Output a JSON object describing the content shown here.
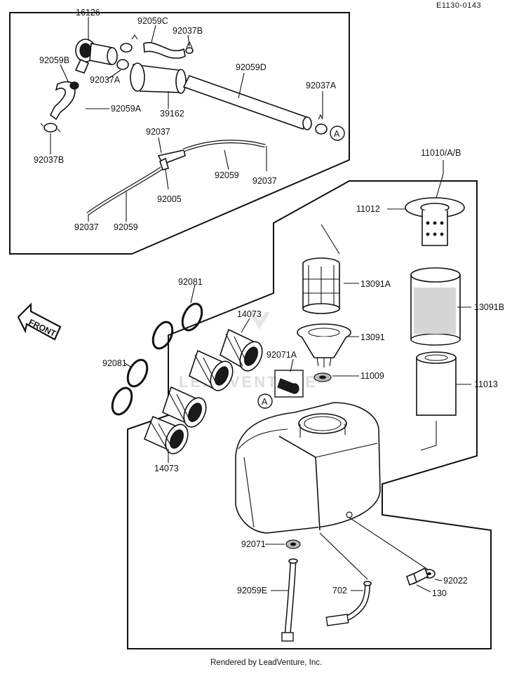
{
  "diagram": {
    "reference_code": "E1130-0143",
    "footer": "Rendered by LeadVenture, Inc.",
    "watermark": "LEADVENTURE",
    "front_label": "FRONT",
    "callout_marker": "A",
    "labels": {
      "p16126": "16126",
      "p92059C": "92059C",
      "p92037B_top": "92037B",
      "p92059B": "92059B",
      "p92037A_left": "92037A",
      "p92059D": "92059D",
      "p92037A_right": "92037A",
      "p92059A": "92059A",
      "p39162": "39162",
      "p92037B_left": "92037B",
      "p92037_mid": "92037",
      "p92059_right": "92059",
      "p92037_right": "92037",
      "p92005": "92005",
      "p92037_bottom": "92037",
      "p92059_bottom": "92059",
      "p11010AB": "11010/A/B",
      "p11012": "11012",
      "p13091A": "13091A",
      "p13091B": "13091B",
      "p92081_top": "92081",
      "p14073_top": "14073",
      "p13091": "13091",
      "p92071A": "92071A",
      "p11009": "11009",
      "p92081_left": "92081",
      "p11013": "11013",
      "p14073_bottom": "14073",
      "p92071": "92071",
      "p92022": "92022",
      "p702": "702",
      "p130": "130",
      "p92059E": "92059E"
    }
  }
}
